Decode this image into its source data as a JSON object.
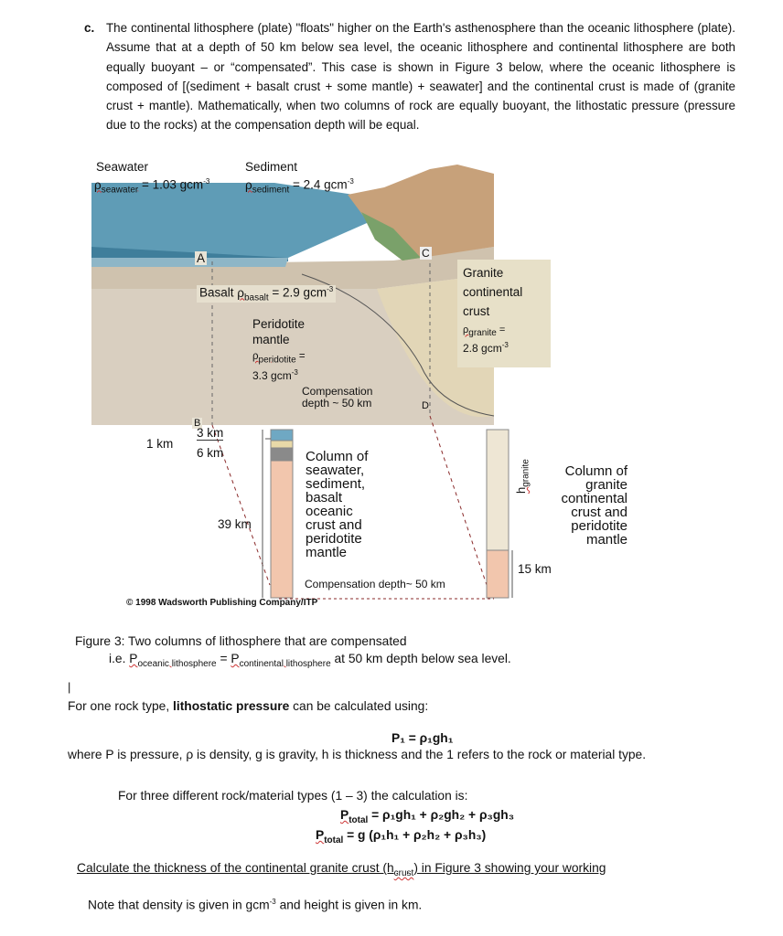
{
  "intro": {
    "label": "c.",
    "text": "The continental lithosphere (plate) \"floats\" higher on the Earth's asthenosphere than the oceanic lithosphere (plate). Assume that at a depth of 50 km below sea level, the oceanic lithosphere and continental lithosphere are both equally buoyant – or “compensated”. This case is shown in Figure 3 below, where the oceanic lithosphere is composed of [(sediment + basalt crust + some mantle) + seawater] and the continental crust is made of (granite crust + mantle). Mathematically, when two columns of rock are equally buoyant, the lithostatic pressure (pressure due to the rocks) at the compensation depth will be equal."
  },
  "figure": {
    "seawater_title": "Seawater",
    "seawater_rho_sym": "ρ",
    "seawater_rho_sub": "seawater",
    "seawater_value": " = 1.03 gcm",
    "sediment_title": "Sediment",
    "sediment_rho_sub": "sediment",
    "sediment_value": " = 2.4 gcm",
    "exp": "-3",
    "letter_a": "A",
    "letter_b": "B",
    "letter_c": "C",
    "letter_d": "D",
    "basalt_label": "Basalt ",
    "basalt_rho_sub": "basalt",
    "basalt_value": " = 2.9 gcm",
    "peridotite_line1": "Peridotite",
    "peridotite_line2": "mantle",
    "peridotite_rho_sub": "peridotite",
    "peridotite_value": "3.3 gcm",
    "granite_line1": "Granite",
    "granite_line2": "continental",
    "granite_line3": "crust",
    "granite_rho_sub": "granite",
    "granite_value": "2.8 gcm",
    "comp_depth_line1": "Compensation",
    "comp_depth_line2": "depth ~ 50 km",
    "km1": "1 km",
    "km3": "3 km",
    "km6": "6 km",
    "km39": "39 km",
    "km15": "15 km",
    "col_ocean": [
      "Column of",
      "seawater,",
      "sediment,",
      "basalt",
      "oceanic",
      "crust and",
      "peridotite",
      "mantle"
    ],
    "col_cont": [
      "Column of",
      "granite",
      "continental",
      "crust and",
      "peridotite",
      "mantle"
    ],
    "h_granite": "h",
    "h_granite_sub": "granite",
    "comp_bottom": "Compensation depth~ 50 km",
    "copyright": "© 1998 Wadsworth Publishing Company/ITP"
  },
  "caption": {
    "line1": "Figure 3: Two columns of lithosphere that are compensated",
    "ie": "i.e. ",
    "p_oceanic": "P",
    "p_oceanic_sub": "oceanic lithosphere",
    "eq": " = ",
    "p_cont": "P",
    "p_cont_sub": "continental lithosphere",
    "tail": " at 50 km depth below sea level."
  },
  "body": {
    "cursor": "|",
    "intro_a": "For one rock type, ",
    "intro_bold": "lithostatic pressure",
    "intro_b": " can be calculated using:",
    "formula1": "P₁ = ρ₁gh₁",
    "where": "where P is pressure, ρ is density, g is gravity, h is thickness and the 1 refers to the rock or material type.",
    "three": "For three different rock/material types (1 – 3) the calculation is:",
    "f2_p": "P",
    "f2_sub": "total",
    "f2_rest": " = ρ₁gh₁ + ρ₂gh₂ + ρ₃gh₃",
    "f3_rest": " = g (ρ₁h₁ + ρ₂h₂ + ρ₃h₃)",
    "calc_a": "Calculate the thickness of the continental granite crust (h",
    "calc_sub": "crust",
    "calc_b": ") in Figure 3 showing your working",
    "note_a": "Note that density is given in gcm",
    "note_exp": "-3",
    "note_b": " and height is given in km."
  }
}
